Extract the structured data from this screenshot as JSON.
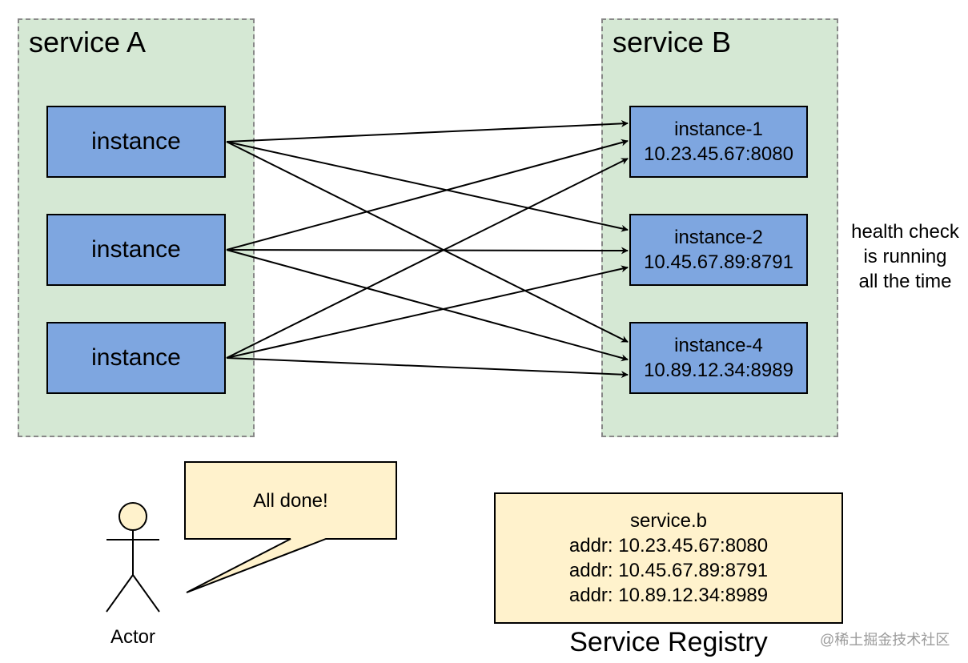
{
  "service_a": {
    "title": "service A",
    "instances": [
      "instance",
      "instance",
      "instance"
    ]
  },
  "service_b": {
    "title": "service B",
    "instances": [
      {
        "name": "instance-1",
        "addr": "10.23.45.67:8080"
      },
      {
        "name": "instance-2",
        "addr": "10.45.67.89:8791"
      },
      {
        "name": "instance-4",
        "addr": "10.89.12.34:8989"
      }
    ]
  },
  "health_note": [
    "health check",
    "is running",
    "all the time"
  ],
  "actor": {
    "label": "Actor",
    "speech": "All done!"
  },
  "registry": {
    "name": "service.b",
    "entries": [
      "addr: 10.23.45.67:8080",
      "addr: 10.45.67.89:8791",
      "addr: 10.89.12.34:8989"
    ],
    "title": "Service Registry"
  },
  "watermark": {
    "credit": "@稀土掘金技术社区"
  },
  "colors": {
    "group_fill": "#d5e8d4",
    "instance_fill": "#7ea6e0",
    "note_fill": "#fff2cc"
  }
}
